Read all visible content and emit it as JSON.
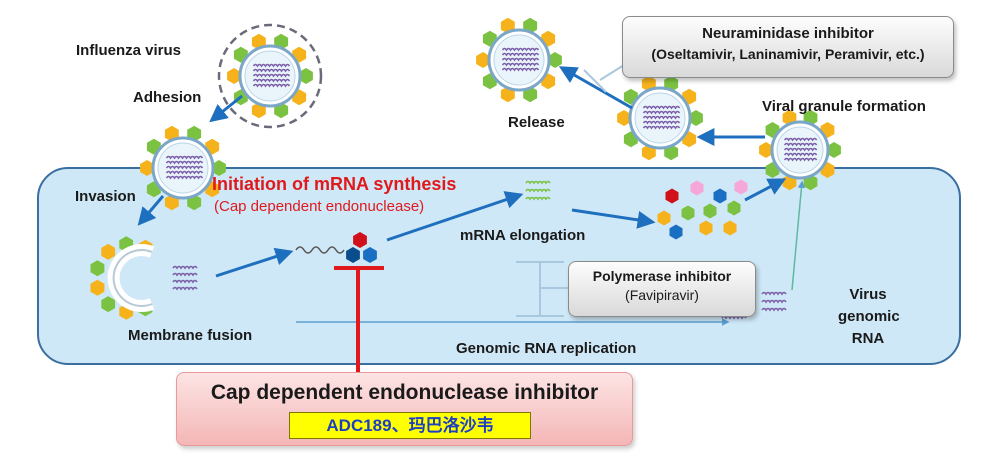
{
  "labels": {
    "influenza_virus": "Influenza virus",
    "adhesion": "Adhesion",
    "invasion": "Invasion",
    "membrane_fusion": "Membrane fusion",
    "initiation": "Initiation of mRNA synthesis",
    "cap_dependent": "(Cap dependent endonuclease)",
    "mrna_elongation": "mRNA  elongation",
    "genomic_replication": "Genomic RNA  replication",
    "virus_genomic_rna_1": "Virus",
    "virus_genomic_rna_2": "genomic",
    "virus_genomic_rna_3": "RNA",
    "release": "Release",
    "viral_granule": "Viral granule formation"
  },
  "neuraminidase": {
    "title": "Neuraminidase inhibitor",
    "drugs": "(Oseltamivir, Laninamivir, Peramivir, etc.)"
  },
  "polymerase": {
    "title": "Polymerase inhibitor",
    "drugs": "(Favipiravir)"
  },
  "endonuclease_inhibitor": {
    "title": "Cap dependent endonuclease inhibitor",
    "drugs": "ADC189、玛巴洛沙韦"
  },
  "colors": {
    "arrow": "#1f6fbf",
    "inhibitor_red": "#e0191c",
    "cell": "#cfe8f7",
    "hex_green": "#7cc242",
    "hex_yellow": "#f6b21b",
    "rna_purple": "#7b5fa8"
  }
}
